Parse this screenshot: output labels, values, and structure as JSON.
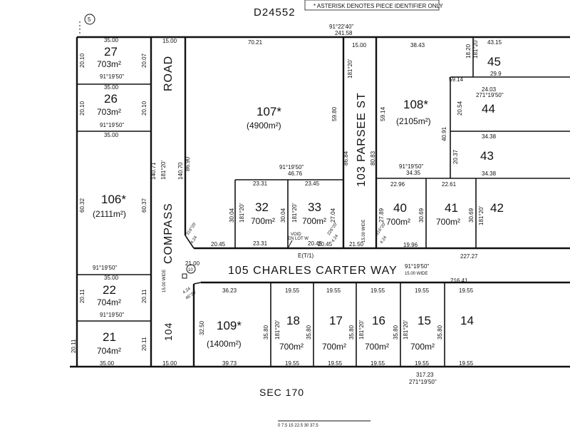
{
  "header": {
    "plan_number": "D24552",
    "note": "* ASTERISK DENOTES PIECE IDENTIFIER ONLY",
    "circled_ref": "5",
    "top_bearing": "91°22'40\"",
    "top_distance": "241.58"
  },
  "roads": {
    "compass_road_top": "ROAD",
    "compass_road_main": "COMPASS",
    "compass_road_lower": "104",
    "compass_width": "15.00 WIDE",
    "parsee_st": "103 PARSEE ST",
    "parsee_width": "15.00 WIDE",
    "charles_carter": "105 CHARLES CARTER WAY",
    "charles_carter_ref": "10",
    "charles_carter_width": "15.00 WIDE",
    "charles_carter_bearing": "91°19'50\""
  },
  "section": "SEC 170",
  "scale": "0  7.5  15  22.5  30  37.5",
  "lots": [
    {
      "id": "27",
      "area": "703m²",
      "top": "35.00",
      "left": "20.10",
      "right": "20.07",
      "bottom": "91°19'50\""
    },
    {
      "id": "26",
      "area": "703m²",
      "top": "35.00",
      "left": "20.10",
      "right": "20.10",
      "bottom": "91°19'50\""
    },
    {
      "id": "106*",
      "area": "(2111m²)",
      "top": "35.00",
      "left": "60.32",
      "right": "60.37",
      "bottom": "91°19'50\""
    },
    {
      "id": "22",
      "area": "704m²",
      "top": "35.00",
      "left": "20.11",
      "right": "20.11",
      "bottom": "91°19'50\""
    },
    {
      "id": "21",
      "area": "704m²",
      "top": "35.00",
      "left": "20.11",
      "right": "20.11",
      "bottom": "35.00"
    },
    {
      "id": "107*",
      "area": "(4900m²)",
      "top": "70.21",
      "left": "86.90",
      "right": "59.80",
      "bottom": "91°19'50\"",
      "bottom2": "46.76"
    },
    {
      "id": "32",
      "area": "700m²",
      "top": "23.31",
      "left": "30.04",
      "right": "30.04",
      "bottom": "23.31",
      "bearing": "181°20'"
    },
    {
      "id": "33",
      "area": "700m²",
      "top": "23.45",
      "left": "30.04",
      "right": "27.04",
      "bottom": "20.45",
      "bearing": "181°20'"
    },
    {
      "id": "108*",
      "area": "(2105m²)",
      "top": "38.43",
      "left": "59.14",
      "right": "40.91",
      "bottom": "91°19'50\"",
      "bottom2": "34.35"
    },
    {
      "id": "45",
      "area": "",
      "top": "43.15",
      "left": "18.20",
      "right": "",
      "bottom": "29.9",
      "bearing": "181°20'"
    },
    {
      "id": "44",
      "area": "",
      "top": "24.03",
      "left": "20.54",
      "right": "",
      "bottom": "34.38",
      "bearing": "271°19'50\""
    },
    {
      "id": "43",
      "area": "",
      "top": "34.38",
      "left": "20.37",
      "right": "",
      "bottom": "34.38"
    },
    {
      "id": "40",
      "area": "700m²",
      "top": "22.96",
      "left": "27.89",
      "right": "30.69",
      "bottom": "19.96"
    },
    {
      "id": "41",
      "area": "700m²",
      "top": "22.61",
      "left": "30.69",
      "right": "30.69",
      "bottom": "227.27",
      "bearing": "181°20'"
    },
    {
      "id": "42",
      "area": "",
      "top": "",
      "left": "181°20'",
      "right": "",
      "bottom": ""
    },
    {
      "id": "109*",
      "area": "(1400m²)",
      "top": "36.23",
      "left": "32.50",
      "right": "35.80",
      "bottom": "39.73"
    },
    {
      "id": "18",
      "area": "700m²",
      "top": "19.55",
      "left": "35.80",
      "right": "35.80",
      "bottom": "19.55",
      "bearing": "181°20'"
    },
    {
      "id": "17",
      "area": "700m²",
      "top": "19.55",
      "left": "35.80",
      "right": "35.80",
      "bottom": "19.55"
    },
    {
      "id": "16",
      "area": "700m²",
      "top": "19.55",
      "left": "35.80",
      "right": "35.80",
      "bottom": "19.55",
      "bearing": "181°20'"
    },
    {
      "id": "15",
      "area": "700m²",
      "top": "19.55",
      "left": "35.80",
      "right": "35.80",
      "bottom": "19.55",
      "bearing": "181°20'"
    },
    {
      "id": "14",
      "area": "",
      "top": "19.55",
      "left": "35.80",
      "right": "",
      "bottom": "19.55"
    }
  ],
  "other_dims": {
    "compass_top": "15.00",
    "compass_bottom": "15.00",
    "compass_left": "140.71",
    "compass_right": "140.70",
    "compass_bearing": "181°20'",
    "parsee_top": "15.00",
    "parsee_left": "86.84",
    "parsee_right": "80.83",
    "parsee_bearing": "181°20'",
    "road_bottom_total": "216.41",
    "road_top_21": "21.00",
    "corner_1": "20.45",
    "corner_2": "21.50",
    "corner_chord_1": "4.24",
    "corner_chord_2": "4.24",
    "corner_bearing_1": "316°20'",
    "corner_bearing_2": "226°20'",
    "corner_bearing_3": "316°20'",
    "corner_bearing_4": "46°20'",
    "corner_chord_3": "4.24",
    "corner_chord_4": "4.24",
    "easement": "E(T/1)",
    "void_label": "VOID",
    "void_sub": "EN LOT W",
    "bottom_total": "317.23",
    "bottom_bearing": "271°19'50\"",
    "compass_lower_left": "20.11",
    "compass_lower_right": "20.11",
    "bottom_lot_18_left": "19.55"
  }
}
